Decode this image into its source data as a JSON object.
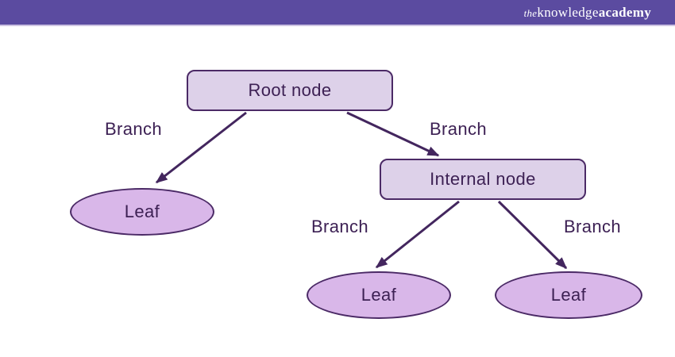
{
  "header": {
    "logo": {
      "the": "the",
      "knowledge": "knowledge",
      "academy": "academy"
    }
  },
  "diagram": {
    "nodes": [
      {
        "id": "root",
        "type": "rect",
        "label": "Root node"
      },
      {
        "id": "internal",
        "type": "rect",
        "label": "Internal node"
      },
      {
        "id": "leaf-left",
        "type": "ellipse",
        "label": "Leaf"
      },
      {
        "id": "leaf-middle",
        "type": "ellipse",
        "label": "Leaf"
      },
      {
        "id": "leaf-right",
        "type": "ellipse",
        "label": "Leaf"
      }
    ],
    "edges": [
      {
        "from": "root",
        "to": "leaf-left",
        "label": "Branch"
      },
      {
        "from": "root",
        "to": "internal",
        "label": "Branch"
      },
      {
        "from": "internal",
        "to": "leaf-middle",
        "label": "Branch"
      },
      {
        "from": "internal",
        "to": "leaf-right",
        "label": "Branch"
      }
    ]
  },
  "colors": {
    "header_bg": "#5b4ba0",
    "rect_fill": "#ddd1e9",
    "ellipse_fill": "#d9b7e9",
    "node_border": "#4b2a66",
    "text": "#3d2154",
    "arrow": "#43265e",
    "logo_text": "#ffffff"
  }
}
